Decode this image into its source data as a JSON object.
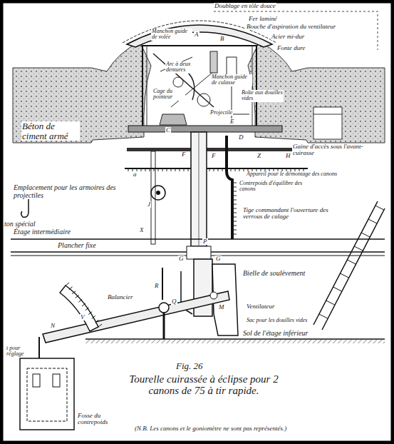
{
  "diagram": {
    "title": "Fig. 26",
    "caption": "Tourelle cuirassée à éclipse pour 2 canons de 75 à tir rapide.",
    "labels": [
      "Doublage en tôle douce",
      "Fer laminé",
      "Bouche d'aspiration du ventilateur",
      "Acier mi-dur",
      "Fonte dure",
      "Manchon guide de volée",
      "Manchon guide de culasse",
      "Arc à deux dentures",
      "Cage du pointeur",
      "Projectile",
      "Boîte aux douilles vides",
      "Béton de ciment armé",
      "Gaine d'accès sous l'avant-cuirasse",
      "Appareil pour le démontage des canons",
      "Contrepoids d'équilibre des canons",
      "Emplacement pour les armoires des projectiles",
      "ton spécial",
      "Tige commandant l'ouverture des verrous de calage",
      "Étage intermédiaire",
      "Plancher fixe",
      "Bielle de soulèvement",
      "Ventilateur",
      "Sac pour les douilles vides",
      "Sol de l'étage inférieur",
      "Balancier",
      "t pour réglage",
      "Fosse du contrepoids",
      "(N.B. Les canons et le goniomètre ne sont pas représentés.)",
      "A",
      "B",
      "C",
      "D",
      "E",
      "F",
      "F",
      "H",
      "Z",
      "a",
      "J",
      "X",
      "G",
      "P",
      "G",
      "R",
      "Q",
      "M",
      "V",
      "N"
    ]
  }
}
